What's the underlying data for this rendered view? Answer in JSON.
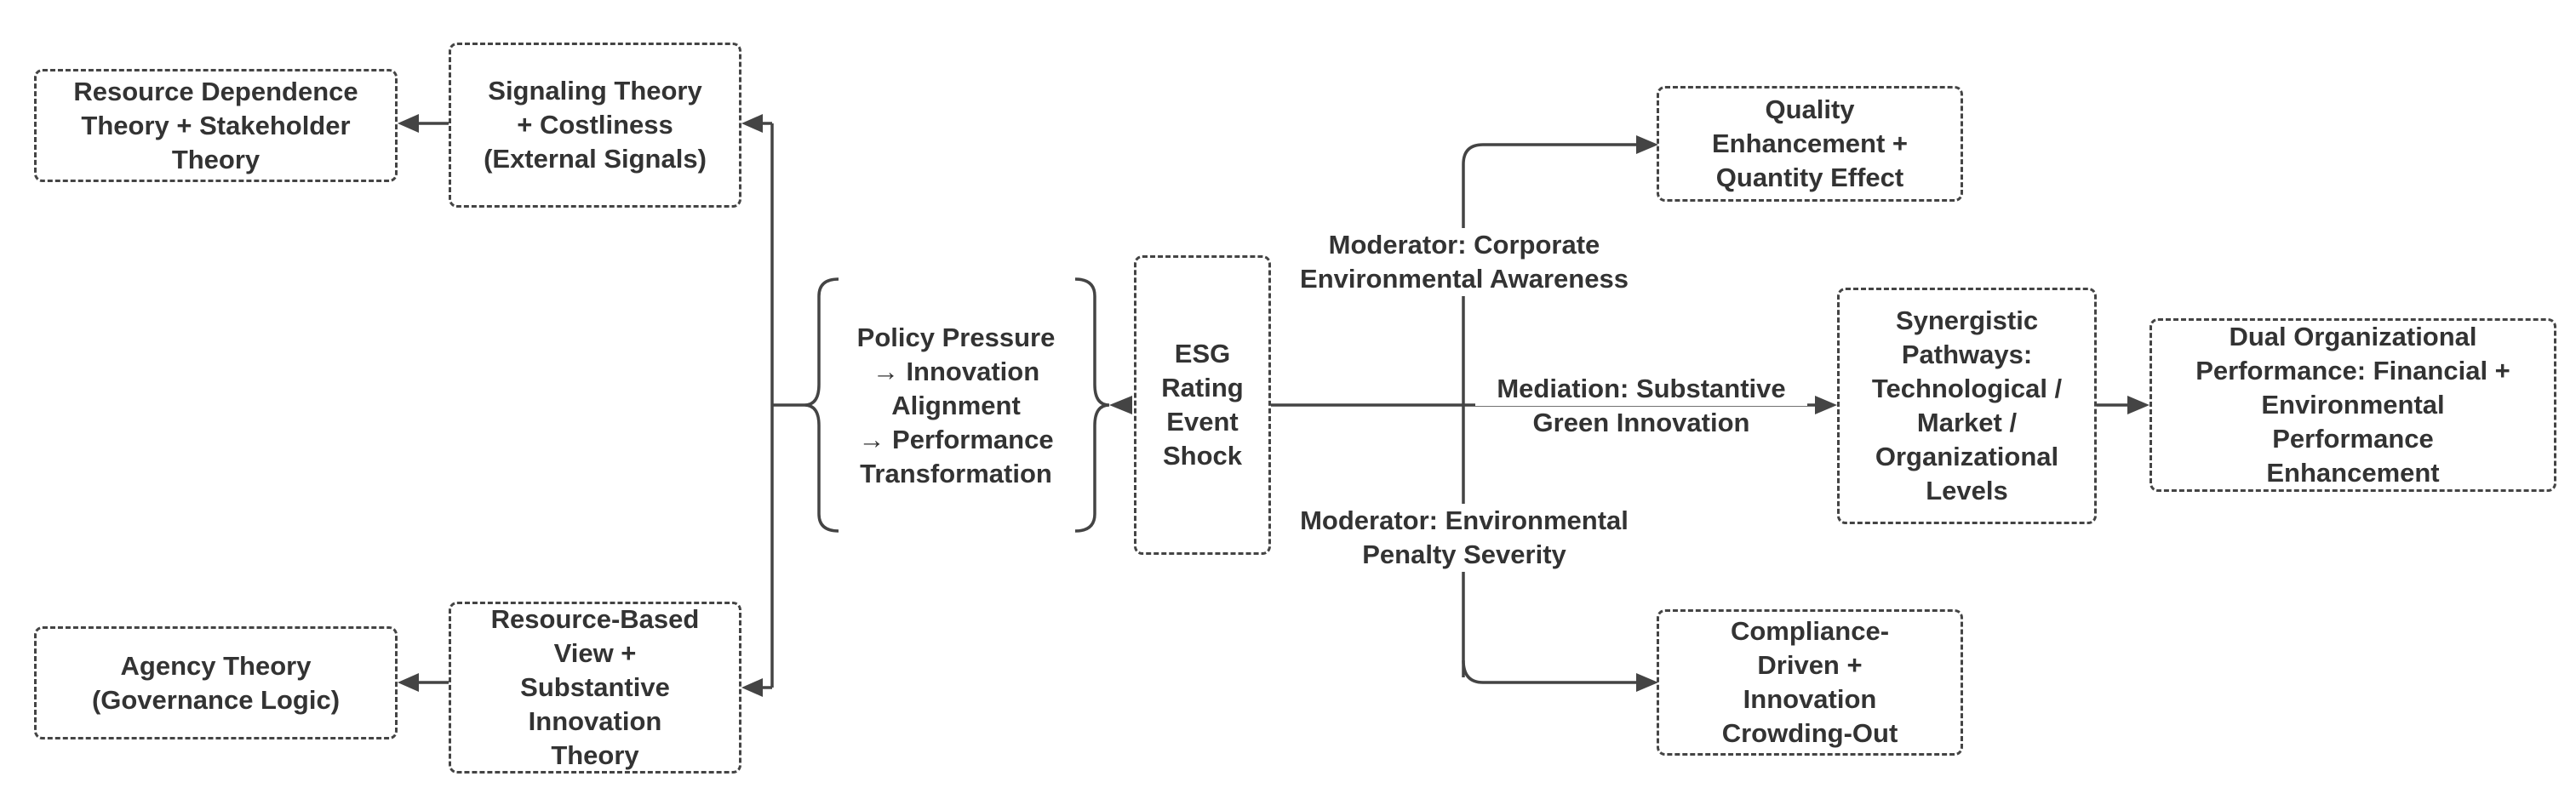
{
  "nodes": {
    "resource_dependence": [
      "Resource Dependence",
      "Theory + Stakeholder",
      "Theory"
    ],
    "signaling": [
      "Signaling Theory",
      "+ Costliness",
      "(External Signals)"
    ],
    "agency": [
      "Agency Theory",
      "(Governance Logic)"
    ],
    "resource_based": [
      "Resource-Based",
      "View +",
      "Substantive",
      "Innovation",
      "Theory"
    ],
    "policy": [
      "Policy Pressure",
      "→ Innovation",
      "Alignment",
      "→ Performance",
      "Transformation"
    ],
    "esg": [
      "ESG",
      "Rating",
      "Event",
      "Shock"
    ],
    "quality": [
      "Quality",
      "Enhancement +",
      "Quantity Effect"
    ],
    "synergistic": [
      "Synergistic",
      "Pathways:",
      "Technological /",
      "Market /",
      "Organizational",
      "Levels"
    ],
    "dual_performance": [
      "Dual Organizational",
      "Performance: Financial +",
      "Environmental",
      "Performance",
      "Enhancement"
    ],
    "compliance": [
      "Compliance-",
      "Driven +",
      "Innovation",
      "Crowding-Out"
    ]
  },
  "edge_labels": {
    "moderator_awareness": [
      "Moderator: Corporate",
      "Environmental Awareness"
    ],
    "mediation": [
      "Mediation: Substantive",
      "Green Innovation"
    ],
    "moderator_penalty": [
      "Moderator: Environmental",
      "Penalty Severity"
    ]
  },
  "colors": {
    "stroke": "#444444",
    "text": "#333333",
    "background": "#ffffff"
  }
}
